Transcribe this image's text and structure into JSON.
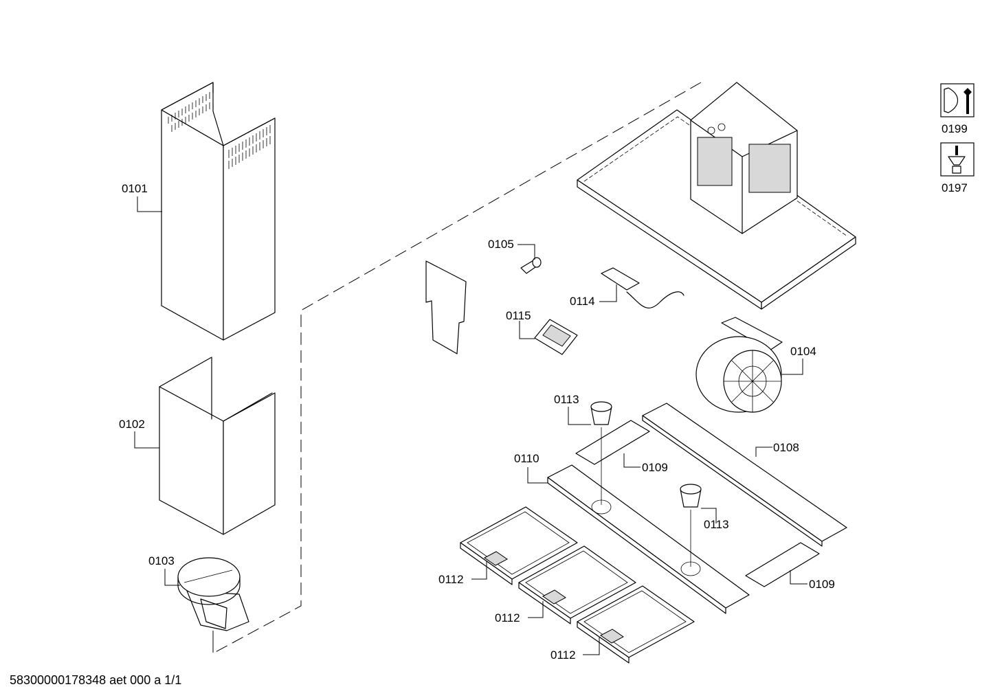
{
  "diagram": {
    "part_labels": {
      "p0101": "0101",
      "p0102": "0102",
      "p0103": "0103",
      "p0104": "0104",
      "p0105": "0105",
      "p0108": "0108",
      "p0109a": "0109",
      "p0109b": "0109",
      "p0110": "0110",
      "p0112a": "0112",
      "p0112b": "0112",
      "p0112c": "0112",
      "p0113a": "0113",
      "p0113b": "0113",
      "p0114": "0114",
      "p0115": "0115"
    },
    "legend": {
      "tools_label": "0199",
      "screw_label": "0197"
    }
  },
  "footer": {
    "document_id": "58300000178348 aet 000 a 1/1"
  }
}
